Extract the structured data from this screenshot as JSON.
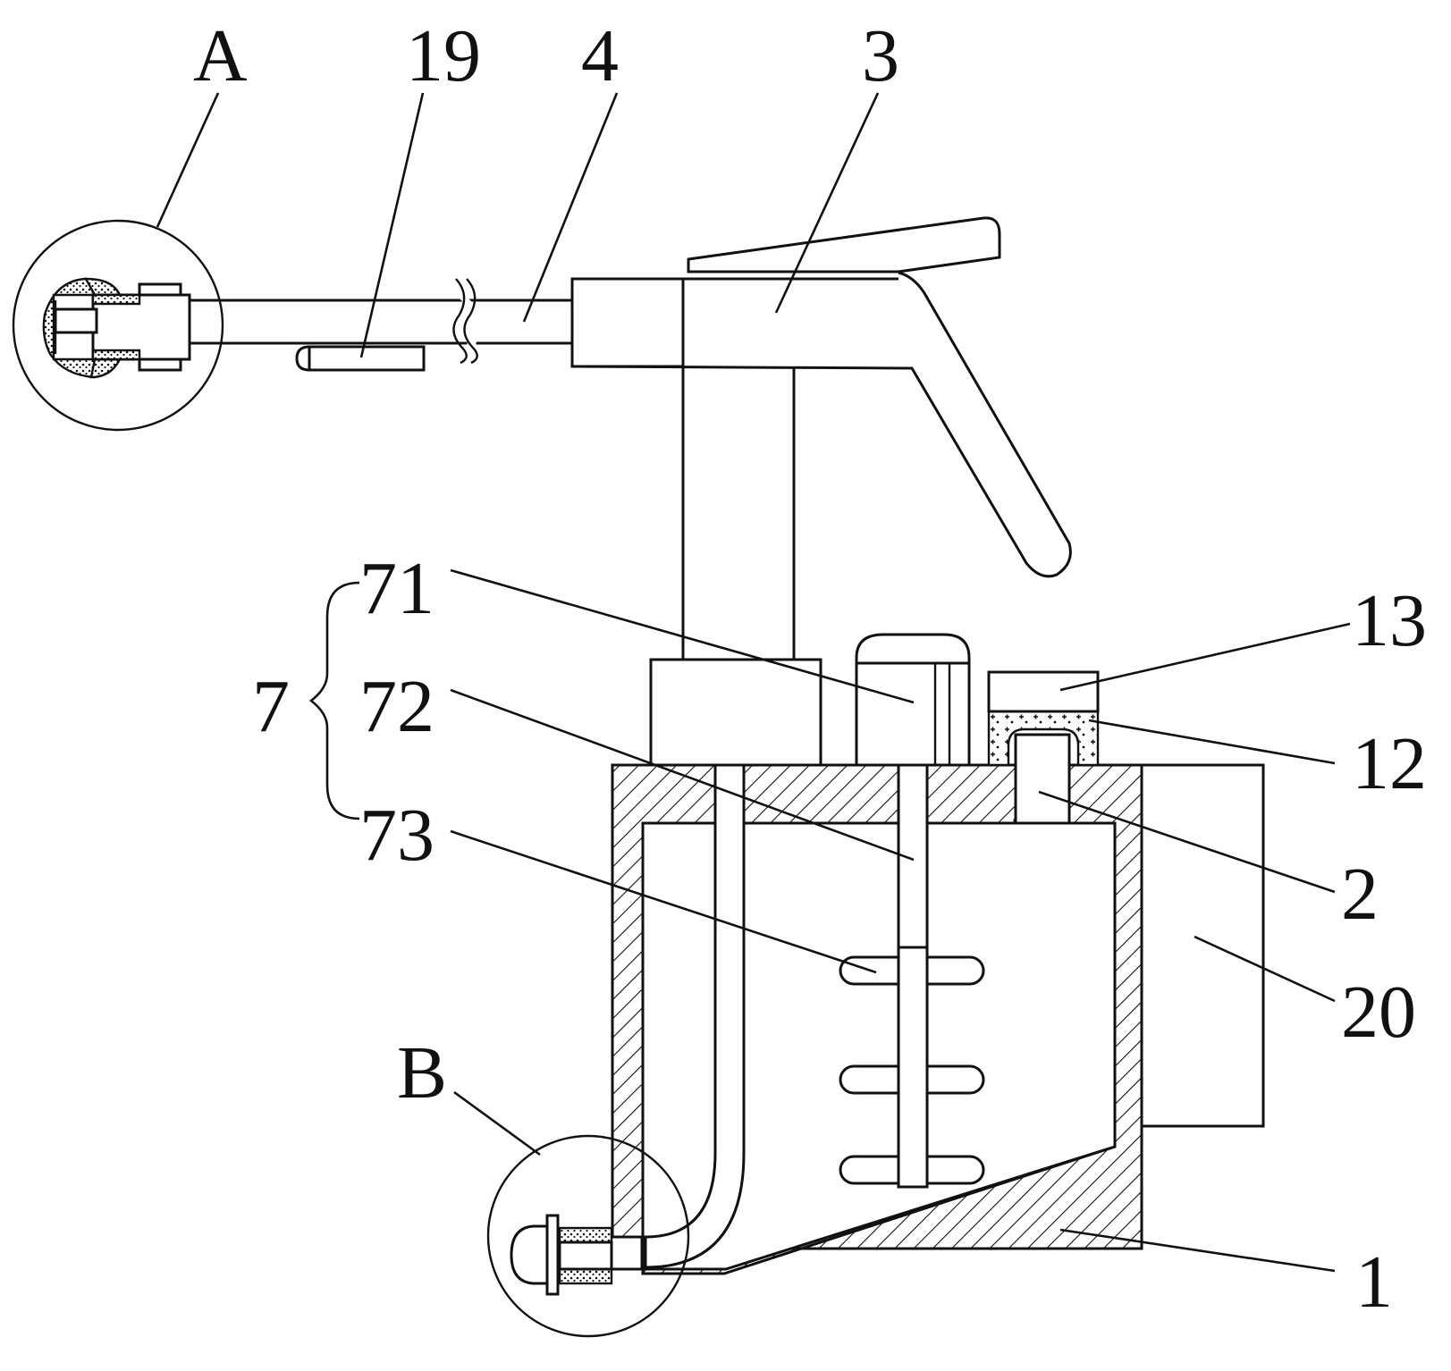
{
  "labels": {
    "A": "A",
    "B": "B",
    "n19": "19",
    "n4": "4",
    "n3": "3",
    "n71": "71",
    "n72": "72",
    "n73": "73",
    "n7": "7",
    "n13": "13",
    "n12": "12",
    "n2": "2",
    "n20": "20",
    "n1": "1"
  }
}
